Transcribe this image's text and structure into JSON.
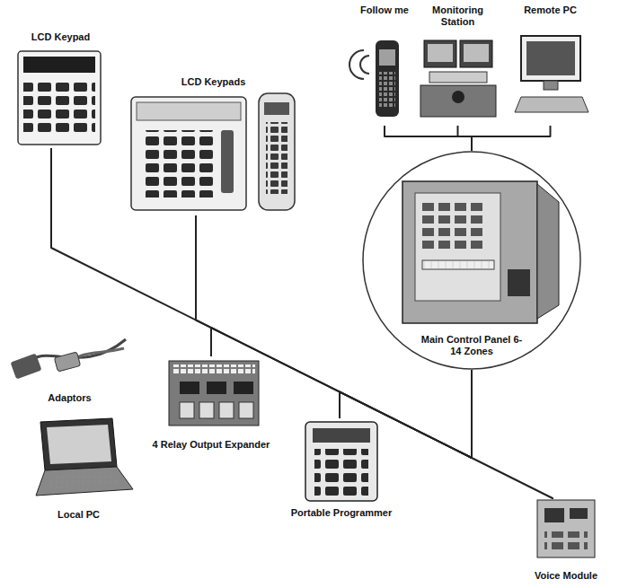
{
  "diagram": {
    "nodes": [
      {
        "text": [
          "Follow me"
        ]
      },
      {
        "text": [
          "Monitoring Station"
        ]
      },
      {
        "text": [
          "Remote PC"
        ]
      },
      {
        "text": [
          "LCD Keypad"
        ]
      },
      {
        "text": [
          "LCD Keypads"
        ]
      },
      {
        "text": [
          "Main Control Panel 6-14 Zones"
        ]
      },
      {
        "text": [
          "Adaptors"
        ]
      },
      {
        "text": [
          "4 Relay Output Expander"
        ]
      },
      {
        "text": [
          "Local PC"
        ]
      },
      {
        "text": [
          "Portable Programmer"
        ]
      },
      {
        "text": [
          "Voice Module"
        ]
      }
    ],
    "edges": [
      {
        "from": 0,
        "to": 5,
        "arrow": "none"
      },
      {
        "from": 1,
        "to": 5,
        "arrow": "none"
      },
      {
        "from": 2,
        "to": 5,
        "arrow": "none"
      },
      {
        "from": 3,
        "to": 5,
        "arrow": "none"
      },
      {
        "from": 4,
        "to": 5,
        "arrow": "none"
      },
      {
        "from": 7,
        "to": 5,
        "arrow": "none"
      },
      {
        "from": 9,
        "to": 5,
        "arrow": "none"
      },
      {
        "from": 10,
        "to": 5,
        "arrow": "none"
      }
    ]
  }
}
